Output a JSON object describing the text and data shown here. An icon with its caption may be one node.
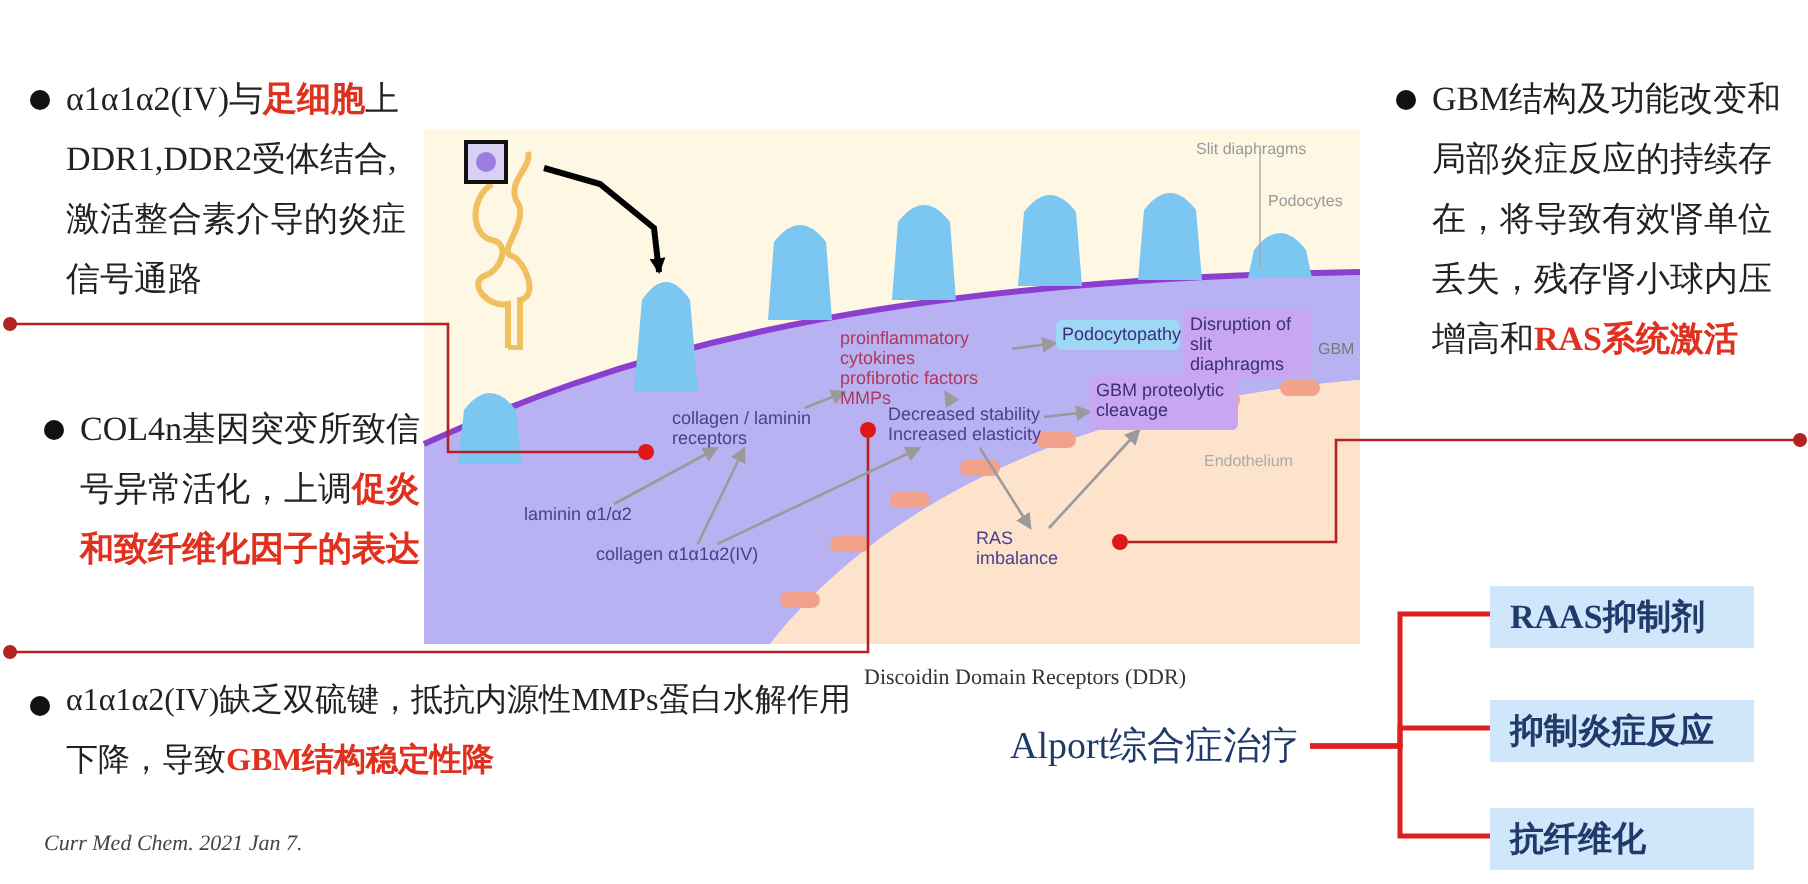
{
  "diagram": {
    "nodes": [
      {
        "text": [
          "α1α1α2(IV)与**足细胞**上DDR1,DDR2受体结合,激活整合素介导的炎症信号通路"
        ]
      },
      {
        "text": [
          "COL4n基因突变所致信号异常活化，上调**促炎和致纤维化因子的表达**"
        ]
      },
      {
        "text": [
          "α1α1α2(IV)缺乏双硫键，抵抗内源性MMPs蛋白水解作用下降，导致**GBM结构稳定性降**"
        ]
      },
      {
        "text": [
          "GBM结构及功能改变和局部炎症反应的持续存在，将导致有效肾单位丢失，残存肾小球内压增高和**RAS系统激活**"
        ]
      },
      {
        "text": [],
        "shape": "picture"
      },
      {
        "text": [],
        "shape": "picture"
      },
      {
        "text": [
          "collagen / laminin receptors"
        ]
      },
      {
        "text": [
          "laminin α1/α2"
        ]
      },
      {
        "text": [
          "collagen α1α1α2(IV)"
        ]
      },
      {
        "text": [
          "proinflammatory cytokines",
          "profibrotic factors",
          "MMPs"
        ]
      },
      {
        "text": [
          "Decreased stability Increased elasticity"
        ]
      },
      {
        "text": [
          "Podocytopathy"
        ]
      },
      {
        "text": [
          "Disruption of slit diaphragms"
        ]
      },
      {
        "text": [
          "GBM proteolytic cleavage"
        ]
      },
      {
        "text": [
          "RAS imbalance"
        ]
      },
      {
        "text": [],
        "shape": "circle"
      },
      {
        "text": [],
        "shape": "circle"
      },
      {
        "text": [],
        "shape": "circle"
      },
      {
        "text": [
          "Alport综合症治疗"
        ]
      },
      {
        "text": [
          "RAAS抑制剂"
        ]
      },
      {
        "text": [
          "抑制炎症反应"
        ]
      },
      {
        "text": [
          "抗纤维化"
        ]
      }
    ],
    "edges": [
      {
        "from": 0,
        "to": 15,
        "arrow": "other",
        "color": "#b22222"
      },
      {
        "from": 2,
        "to": 16,
        "arrow": "other",
        "color": "#b22222"
      },
      {
        "from": 3,
        "to": 17,
        "arrow": "other",
        "color": "#b22222"
      },
      {
        "from": 4,
        "to": 5,
        "arrow": "to",
        "style": "thick",
        "color": "#000000"
      },
      {
        "from": 7,
        "to": 6,
        "arrow": "to"
      },
      {
        "from": 8,
        "to": 6,
        "arrow": "to"
      },
      {
        "from": 6,
        "to": 9,
        "arrow": "to"
      },
      {
        "from": 8,
        "to": 10,
        "arrow": "to"
      },
      {
        "from": 10,
        "to": 9,
        "arrow": "to"
      },
      {
        "from": 9,
        "to": 11,
        "arrow": "to"
      },
      {
        "from": 10,
        "to": 13,
        "arrow": "to"
      },
      {
        "from": 10,
        "to": 14,
        "arrow": "to"
      },
      {
        "from": 14,
        "to": 13,
        "arrow": "to"
      },
      {
        "from": 18,
        "to": 19,
        "arrow": "none",
        "color": "#e02020"
      },
      {
        "from": 18,
        "to": 20,
        "arrow": "none",
        "color": "#e02020"
      },
      {
        "from": 18,
        "to": 21,
        "arrow": "none",
        "color": "#e02020"
      }
    ],
    "labels": [
      "Slit diaphragms",
      "Podocytes",
      "GBM",
      "Endothelium",
      "Discoidin Domain Receptors (DDR)",
      "Curr Med Chem. 2021 Jan 7."
    ]
  }
}
